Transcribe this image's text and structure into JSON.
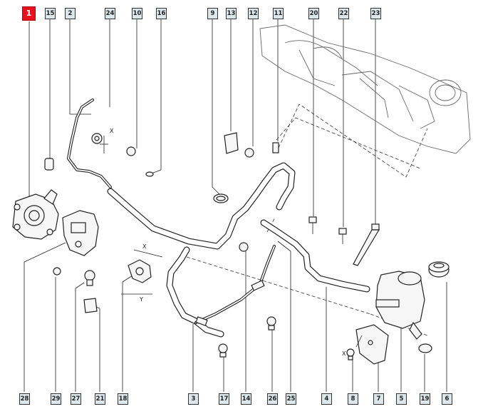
{
  "diagram": {
    "callouts": {
      "c1": "1",
      "c2": "2",
      "c3": "3",
      "c4": "4",
      "c5": "5",
      "c6": "6",
      "c7": "7",
      "c8": "8",
      "c9": "9",
      "c10": "10",
      "c11": "11",
      "c12": "12",
      "c13": "13",
      "c14": "14",
      "c15": "15",
      "c16": "16",
      "c17": "17",
      "c18": "18",
      "c19": "19",
      "c20": "20",
      "c21": "21",
      "c22": "22",
      "c23": "23",
      "c24": "24",
      "c25": "25",
      "c26": "26",
      "c27": "27",
      "c28": "28",
      "c29": "29"
    },
    "dimension_labels": {
      "x": "X",
      "y": "Y"
    },
    "colors": {
      "primary_callout": "#e8101e",
      "callout_fill": "#dde6ea",
      "line": "#222222"
    }
  }
}
